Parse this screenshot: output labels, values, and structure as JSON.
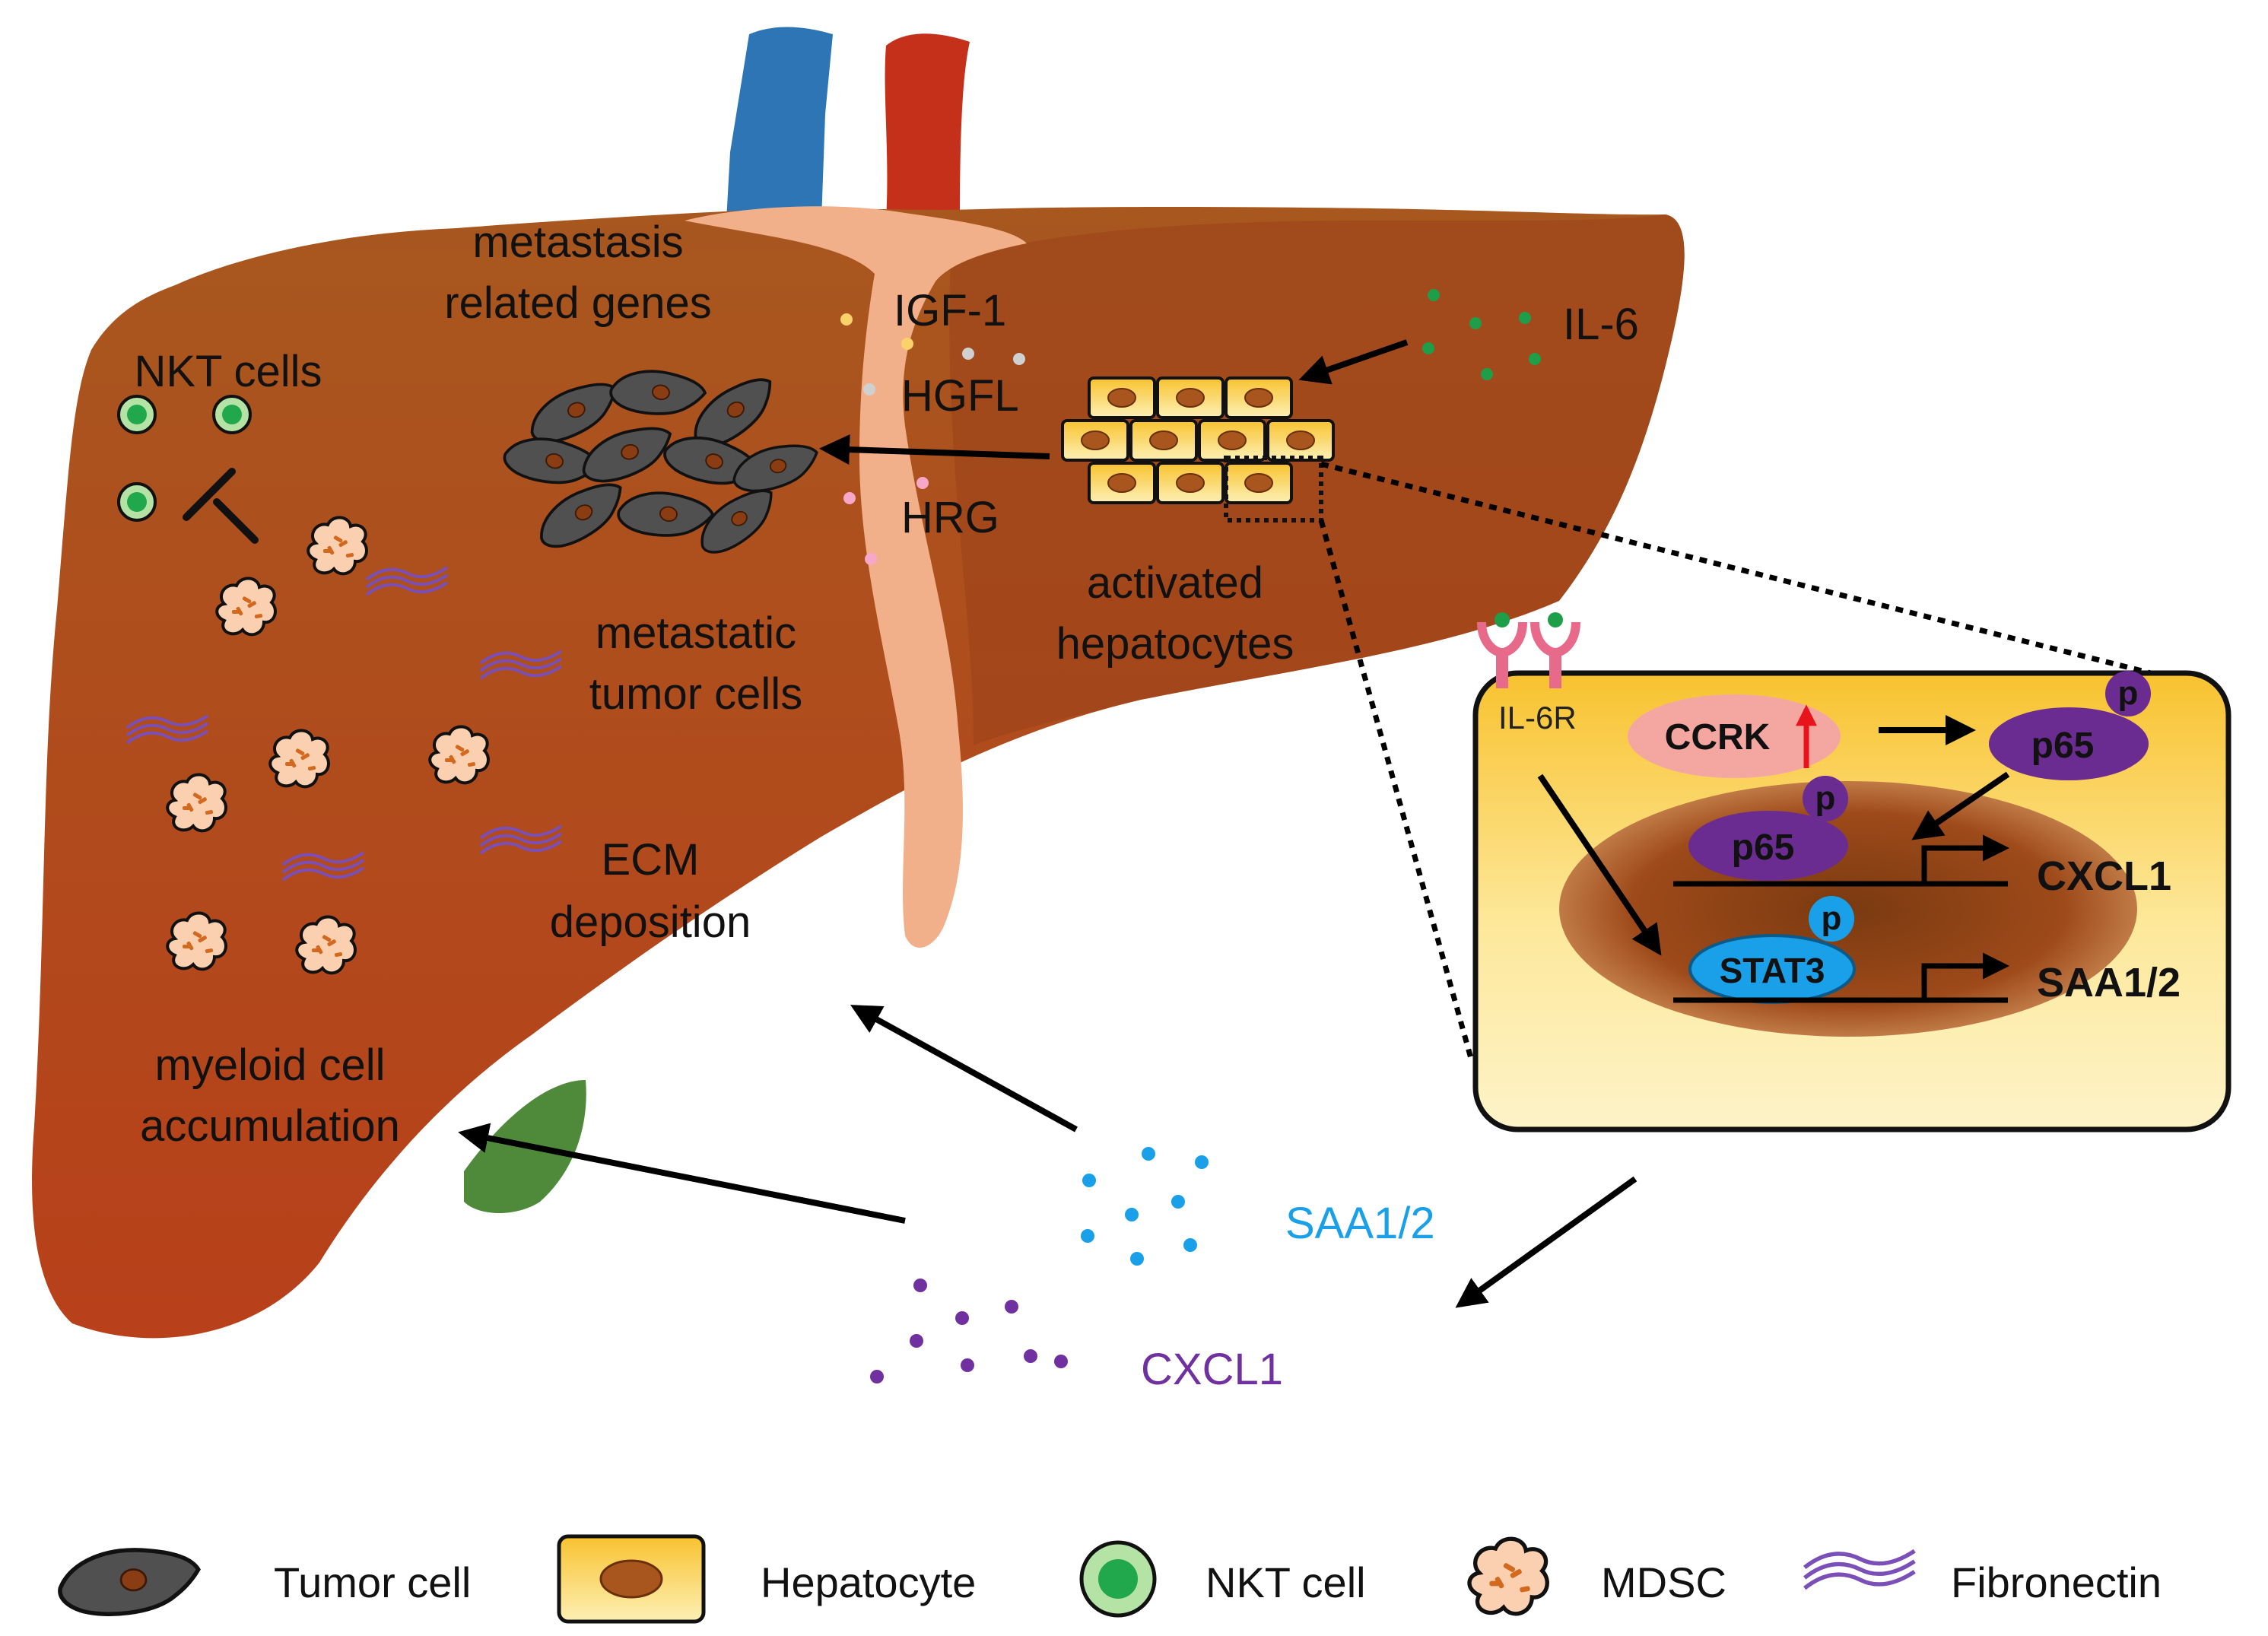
{
  "labels": {
    "metastasis_genes_line1": "metastasis",
    "metastasis_genes_line2": "related genes",
    "nkt_cells": "NKT cells",
    "igf1": "IGF-1",
    "hgfl": "HGFL",
    "hrg": "HRG",
    "il6": "IL-6",
    "metastatic_line1": "metastatic",
    "metastatic_line2": "tumor cells",
    "activated_line1": "activated",
    "activated_line2": "hepatocytes",
    "ecm_line1": "ECM",
    "ecm_line2": "deposition",
    "myeloid_line1": "myeloid cell",
    "myeloid_line2": "accumulation",
    "saa_secreted": "SAA1/2",
    "cxcl1_secreted": "CXCL1"
  },
  "inset": {
    "il6r": "IL-6R",
    "ccrk": "CCRK",
    "p65_cytoplasm": "p65",
    "p65_nucleus": "p65",
    "stat3": "STAT3",
    "phospho": "p",
    "gene_cxcl1": "CXCL1",
    "gene_saa": "SAA1/2"
  },
  "legend": {
    "tumor_cell": "Tumor cell",
    "hepatocyte": "Hepatocyte",
    "nkt_cell": "NKT cell",
    "mdsc": "MDSC",
    "fibronectin": "Fibronectin"
  },
  "colors": {
    "liver": "#a84a1c",
    "ligament": "#f2b08a",
    "vein": "#2e75b6",
    "artery": "#c5301a",
    "gallbladder": "#4f8a3a",
    "hepatocyte_fill": "#fbd77a",
    "saa_dots": "#1aa0e8",
    "cxcl1_dots": "#7030a0",
    "il6_dots": "#1f9e49",
    "p65": "#6a2c91",
    "stat3": "#1aa0e8",
    "ccrk": "#f4a7a0",
    "fibronectin": "#7b4fb8"
  }
}
